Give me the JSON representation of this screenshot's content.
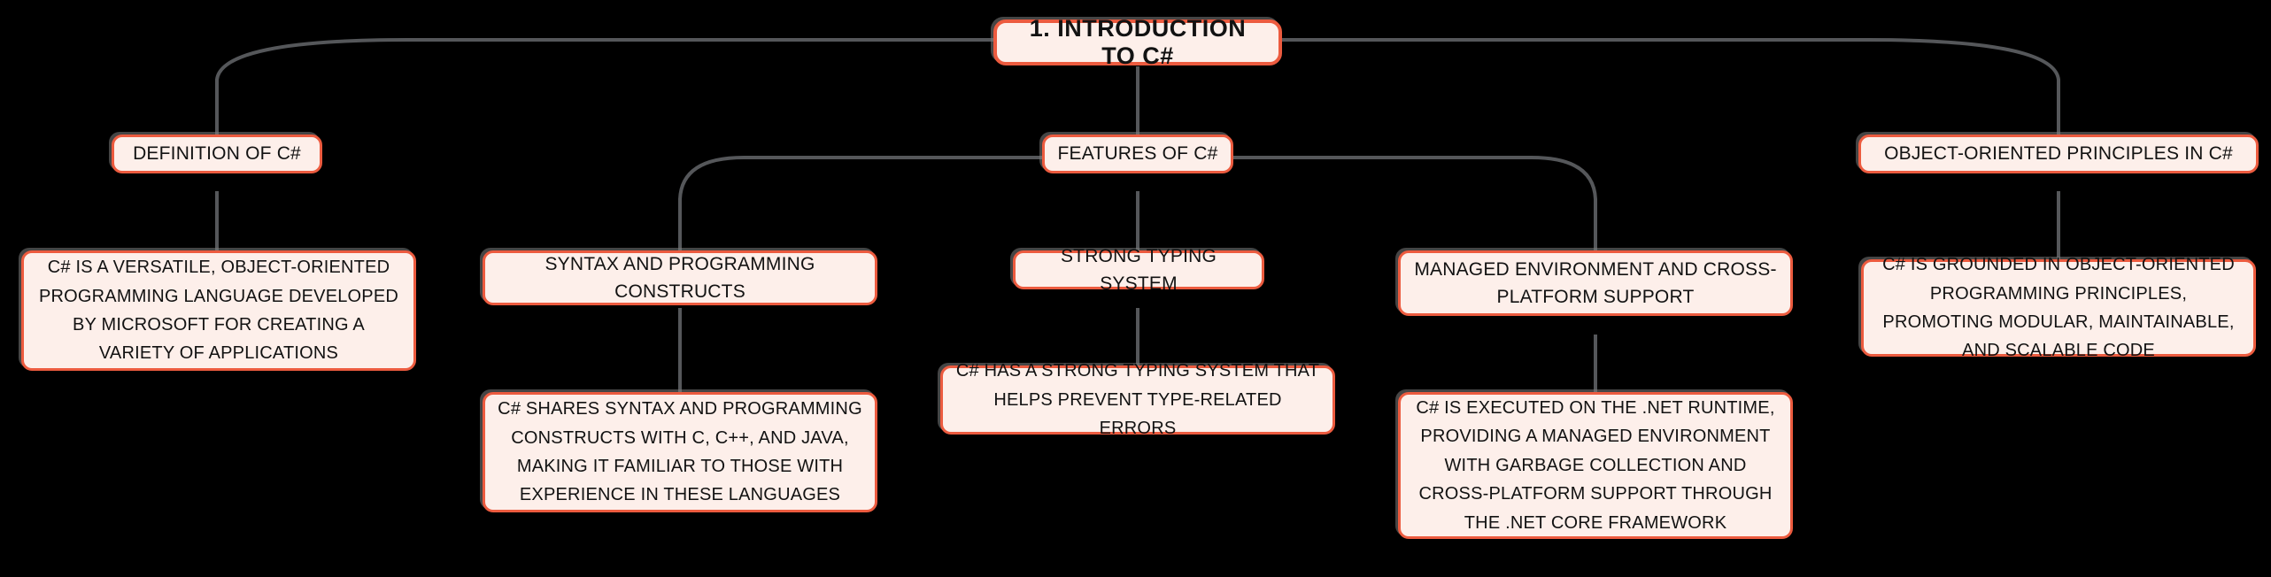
{
  "diagram": {
    "type": "mind-map",
    "title": "1. INTRODUCTION TO C#",
    "background_color": "#000000",
    "node_fill_color": "#FDEFEA",
    "node_border_color": "#EC5B3F",
    "connector_color": "#55575A",
    "text_color": "#121212"
  },
  "nodes": {
    "root": {
      "label": "1. INTRODUCTION TO C#",
      "level": 0
    },
    "definition": {
      "label": "DEFINITION OF C#",
      "level": 1
    },
    "definition_detail": {
      "label": "C# IS A VERSATILE, OBJECT-ORIENTED PROGRAMMING LANGUAGE DEVELOPED BY MICROSOFT FOR CREATING A VARIETY OF APPLICATIONS",
      "level": 2
    },
    "features": {
      "label": "FEATURES OF C#",
      "level": 1
    },
    "syntax": {
      "label": "SYNTAX AND PROGRAMMING CONSTRUCTS",
      "level": 2
    },
    "syntax_detail": {
      "label": "C# SHARES SYNTAX AND PROGRAMMING CONSTRUCTS WITH C, C++, AND JAVA, MAKING IT FAMILIAR TO THOSE WITH EXPERIENCE IN THESE LANGUAGES",
      "level": 3
    },
    "typing": {
      "label": "STRONG TYPING SYSTEM",
      "level": 2
    },
    "typing_detail": {
      "label": "C# HAS A STRONG TYPING SYSTEM THAT HELPS PREVENT TYPE-RELATED ERRORS",
      "level": 3
    },
    "managed": {
      "label": "MANAGED ENVIRONMENT AND CROSS-PLATFORM SUPPORT",
      "level": 2
    },
    "managed_detail": {
      "label": "C# IS EXECUTED ON THE .NET RUNTIME, PROVIDING A MANAGED ENVIRONMENT WITH GARBAGE COLLECTION AND CROSS-PLATFORM SUPPORT THROUGH THE .NET CORE FRAMEWORK",
      "level": 3
    },
    "oop": {
      "label": "OBJECT-ORIENTED PRINCIPLES IN C#",
      "level": 1
    },
    "oop_detail": {
      "label": "C# IS GROUNDED IN OBJECT-ORIENTED PROGRAMMING PRINCIPLES, PROMOTING MODULAR, MAINTAINABLE, AND SCALABLE CODE",
      "level": 2
    }
  },
  "edges": [
    {
      "from": "root",
      "to": "definition",
      "style": "curved"
    },
    {
      "from": "root",
      "to": "features",
      "style": "straight"
    },
    {
      "from": "root",
      "to": "oop",
      "style": "curved"
    },
    {
      "from": "definition",
      "to": "definition_detail",
      "style": "straight"
    },
    {
      "from": "features",
      "to": "syntax",
      "style": "curved"
    },
    {
      "from": "features",
      "to": "typing",
      "style": "straight"
    },
    {
      "from": "features",
      "to": "managed",
      "style": "curved"
    },
    {
      "from": "syntax",
      "to": "syntax_detail",
      "style": "straight"
    },
    {
      "from": "typing",
      "to": "typing_detail",
      "style": "straight"
    },
    {
      "from": "managed",
      "to": "managed_detail",
      "style": "straight"
    },
    {
      "from": "oop",
      "to": "oop_detail",
      "style": "straight"
    }
  ]
}
